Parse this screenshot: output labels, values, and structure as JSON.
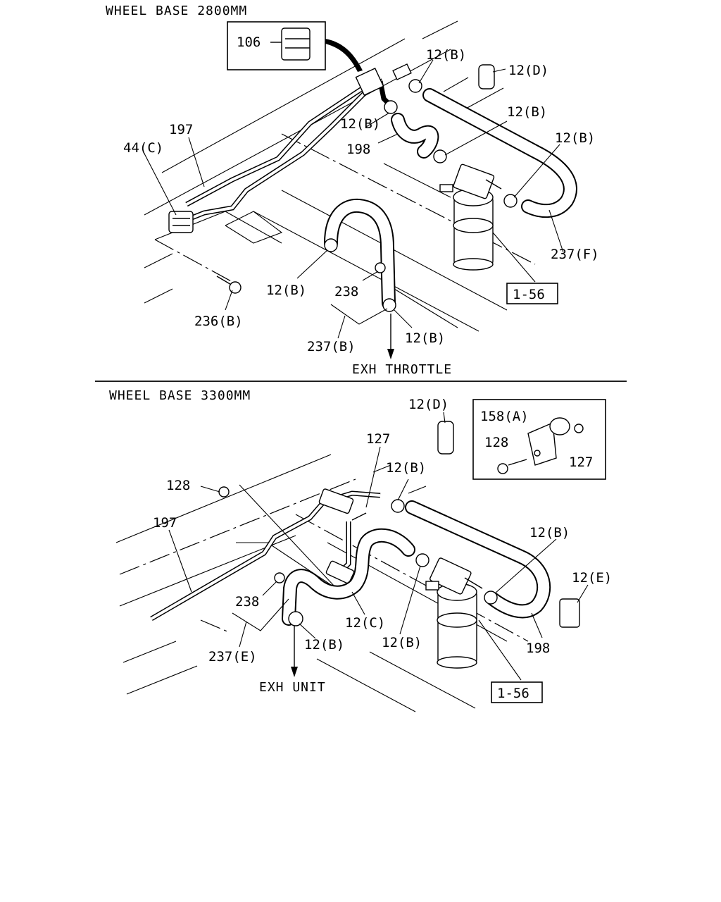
{
  "sections": [
    {
      "title": "WHEEL BASE 2800MM",
      "outlet": "EXH THROTTLE",
      "ref_box": "1-56",
      "labels": [
        "106",
        "12(B)",
        "12(D)",
        "12(B)",
        "197",
        "44(C)",
        "12(B)",
        "198",
        "12(B)",
        "237(F)",
        "12(B)",
        "238",
        "236(B)",
        "237(B)",
        "12(B)"
      ]
    },
    {
      "title": "WHEEL BASE 3300MM",
      "outlet": "EXH UNIT",
      "ref_box": "1-56",
      "labels": [
        "12(D)",
        "158(A)",
        "128",
        "127",
        "127",
        "12(B)",
        "128",
        "197",
        "12(B)",
        "12(E)",
        "238",
        "12(C)",
        "12(B)",
        "198",
        "237(E)",
        "12(B)"
      ]
    }
  ]
}
